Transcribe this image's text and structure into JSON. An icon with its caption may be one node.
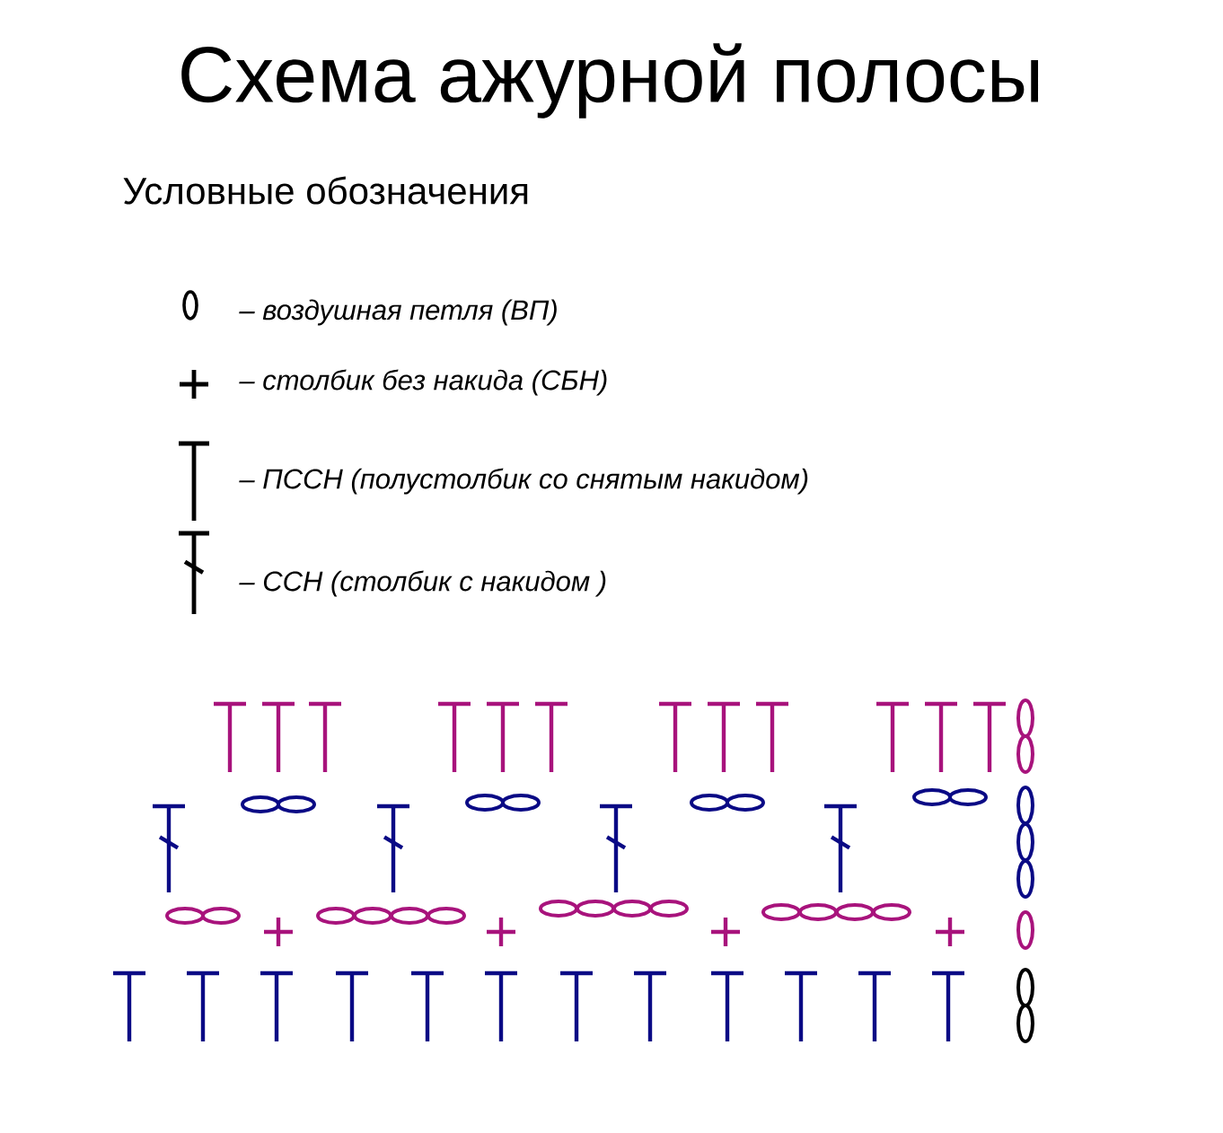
{
  "diagram": {
    "title": "Схема ажурной полосы",
    "labels": [
      "Условные обозначения"
    ],
    "legend": [
      {
        "text": "– воздушная петля (ВП)"
      },
      {
        "text": "– столбик без накида (СБН)"
      },
      {
        "text": "– ПССН (полустолбик со снятым накидом)"
      },
      {
        "text": "– ССН (столбик с накидом )"
      }
    ]
  }
}
